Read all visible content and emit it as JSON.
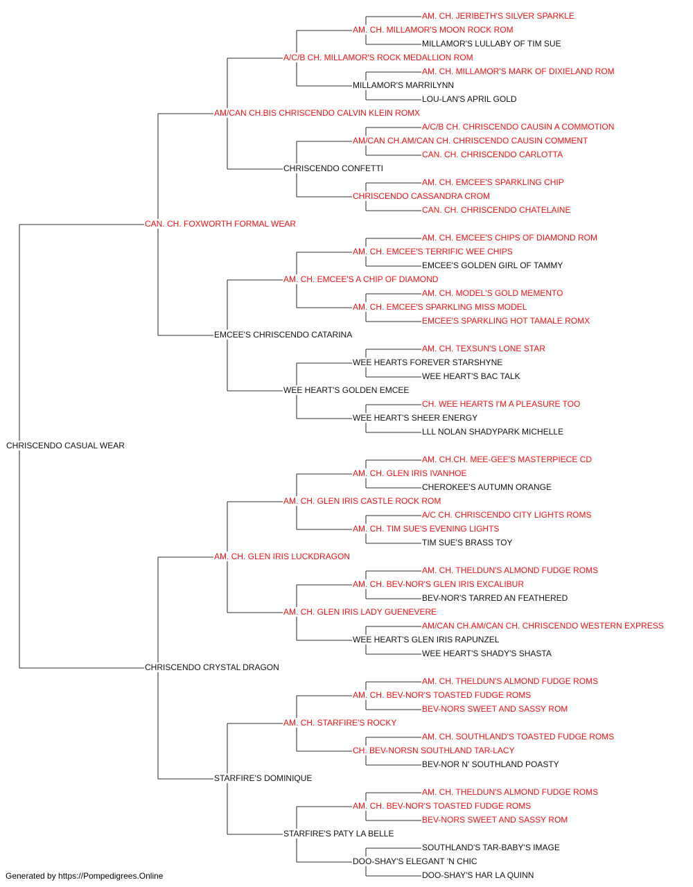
{
  "colors": {
    "titled": "#ee1111",
    "plain": "#111111",
    "line": "#555555"
  },
  "pedigree": {
    "name": "CHRISCENDO CASUAL WEAR",
    "titled": false,
    "sire": {
      "name": "CAN. CH. FOXWORTH FORMAL WEAR",
      "titled": true,
      "sire": {
        "name": "AM/CAN CH.BIS CHRISCENDO CALVIN KLEIN ROMX",
        "titled": true,
        "sire": {
          "name": "A/C/B CH. MILLAMOR'S ROCK MEDALLION ROM",
          "titled": true,
          "sire": {
            "name": "AM. CH. MILLAMOR'S MOON ROCK ROM",
            "titled": true,
            "sire": {
              "name": "AM. CH. JERIBETH'S SILVER SPARKLE",
              "titled": true
            },
            "dam": {
              "name": "MILLAMOR'S LULLABY OF TIM SUE",
              "titled": false
            }
          },
          "dam": {
            "name": "MILLAMOR'S MARRILYNN",
            "titled": false,
            "sire": {
              "name": "AM. CH. MILLAMOR'S MARK OF DIXIELAND ROM",
              "titled": true
            },
            "dam": {
              "name": "LOU-LAN'S APRIL GOLD",
              "titled": false
            }
          }
        },
        "dam": {
          "name": "CHRISCENDO CONFETTI",
          "titled": false,
          "sire": {
            "name": "AM/CAN CH.AM/CAN CH. CHRISCENDO CAUSIN COMMENT",
            "titled": true,
            "sire": {
              "name": "A/C/B CH. CHRISCENDO CAUSIN A COMMOTION",
              "titled": true
            },
            "dam": {
              "name": "CAN. CH. CHRISCENDO CARLOTTA",
              "titled": true
            }
          },
          "dam": {
            "name": "CHRISCENDO CASSANDRA CROM",
            "titled": true,
            "sire": {
              "name": "AM. CH. EMCEE'S SPARKLING CHIP",
              "titled": true
            },
            "dam": {
              "name": "CAN. CH. CHRISCENDO CHATELAINE",
              "titled": true
            }
          }
        }
      },
      "dam": {
        "name": "EMCEE'S CHRISCENDO CATARINA",
        "titled": false,
        "sire": {
          "name": "AM. CH. EMCEE'S A CHIP OF DIAMOND",
          "titled": true,
          "sire": {
            "name": "AM. CH. EMCEE'S TERRIFIC WEE CHIPS",
            "titled": true,
            "sire": {
              "name": "AM. CH. EMCEE'S CHIPS OF DIAMOND ROM",
              "titled": true
            },
            "dam": {
              "name": "EMCEE'S GOLDEN GIRL OF TAMMY",
              "titled": false
            }
          },
          "dam": {
            "name": "AM. CH. EMCEE'S SPARKLING MISS MODEL",
            "titled": true,
            "sire": {
              "name": "AM. CH. MODEL'S GOLD MEMENTO",
              "titled": true
            },
            "dam": {
              "name": "EMCEE'S SPARKLING HOT TAMALE ROMX",
              "titled": true
            }
          }
        },
        "dam": {
          "name": "WEE HEART'S GOLDEN EMCEE",
          "titled": false,
          "sire": {
            "name": "WEE HEARTS FOREVER STARSHYNE",
            "titled": false,
            "sire": {
              "name": "AM. CH. TEXSUN'S LONE STAR",
              "titled": true
            },
            "dam": {
              "name": "WEE HEART'S BAC TALK",
              "titled": false
            }
          },
          "dam": {
            "name": "WEE HEART'S SHEER ENERGY",
            "titled": false,
            "sire": {
              "name": "CH. WEE HEARTS I'M A PLEASURE TOO",
              "titled": true
            },
            "dam": {
              "name": "LLL NOLAN SHADYPARK MICHELLE",
              "titled": false
            }
          }
        }
      }
    },
    "dam": {
      "name": "CHRISCENDO CRYSTAL DRAGON",
      "titled": false,
      "sire": {
        "name": "AM. CH. GLEN IRIS LUCKDRAGON",
        "titled": true,
        "sire": {
          "name": "AM. CH. GLEN IRIS CASTLE ROCK ROM",
          "titled": true,
          "sire": {
            "name": "AM. CH. GLEN IRIS IVANHOE",
            "titled": true,
            "sire": {
              "name": "AM. CH.CH. MEE-GEE'S MASTERPIECE CD",
              "titled": true
            },
            "dam": {
              "name": "CHEROKEE'S AUTUMN ORANGE",
              "titled": false
            }
          },
          "dam": {
            "name": "AM. CH. TIM SUE'S EVENING LIGHTS",
            "titled": true,
            "sire": {
              "name": "A/C CH. CHRISCENDO CITY LIGHTS ROMS",
              "titled": true
            },
            "dam": {
              "name": "TIM SUE'S BRASS TOY",
              "titled": false
            }
          }
        },
        "dam": {
          "name": "AM. CH. GLEN IRIS LADY GUENEVERE",
          "titled": true,
          "sire": {
            "name": "AM. CH. BEV-NOR'S GLEN IRIS EXCALIBUR",
            "titled": true,
            "sire": {
              "name": "AM. CH. THELDUN'S ALMOND FUDGE ROMS",
              "titled": true
            },
            "dam": {
              "name": "BEV-NOR'S TARRED AN FEATHERED",
              "titled": false
            }
          },
          "dam": {
            "name": "WEE HEART'S GLEN IRIS RAPUNZEL",
            "titled": false,
            "sire": {
              "name": "AM/CAN CH.AM/CAN CH. CHRISCENDO WESTERN EXPRESS",
              "titled": true
            },
            "dam": {
              "name": "WEE HEART'S SHADY'S SHASTA",
              "titled": false
            }
          }
        }
      },
      "dam": {
        "name": "STARFIRE'S DOMINIQUE",
        "titled": false,
        "sire": {
          "name": "AM. CH. STARFIRE'S ROCKY",
          "titled": true,
          "sire": {
            "name": "AM. CH. BEV-NOR'S TOASTED FUDGE ROMS",
            "titled": true,
            "sire": {
              "name": "AM. CH. THELDUN'S ALMOND FUDGE ROMS",
              "titled": true
            },
            "dam": {
              "name": "BEV-NORS SWEET AND SASSY ROM",
              "titled": true
            }
          },
          "dam": {
            "name": "CH. BEV-NORSN SOUTHLAND TAR-LACY",
            "titled": true,
            "sire": {
              "name": "AM. CH. SOUTHLAND'S TOASTED FUDGE ROMS",
              "titled": true
            },
            "dam": {
              "name": "BEV-NOR N' SOUTHLAND POASTY",
              "titled": false
            }
          }
        },
        "dam": {
          "name": "STARFIRE'S PATY LA BELLE",
          "titled": false,
          "sire": {
            "name": "AM. CH. BEV-NOR'S TOASTED FUDGE ROMS",
            "titled": true,
            "sire": {
              "name": "AM. CH. THELDUN'S ALMOND FUDGE ROMS",
              "titled": true
            },
            "dam": {
              "name": "BEV-NORS SWEET AND SASSY ROM",
              "titled": true
            }
          },
          "dam": {
            "name": "DOO-SHAY'S ELEGANT 'N CHIC",
            "titled": false,
            "sire": {
              "name": "SOUTHLAND'S TAR-BABY'S IMAGE",
              "titled": false
            },
            "dam": {
              "name": "DOO-SHAY'S HAR LA QUINN",
              "titled": false
            }
          }
        }
      }
    }
  },
  "footer": "Generated by https://Pompedigrees.Online"
}
